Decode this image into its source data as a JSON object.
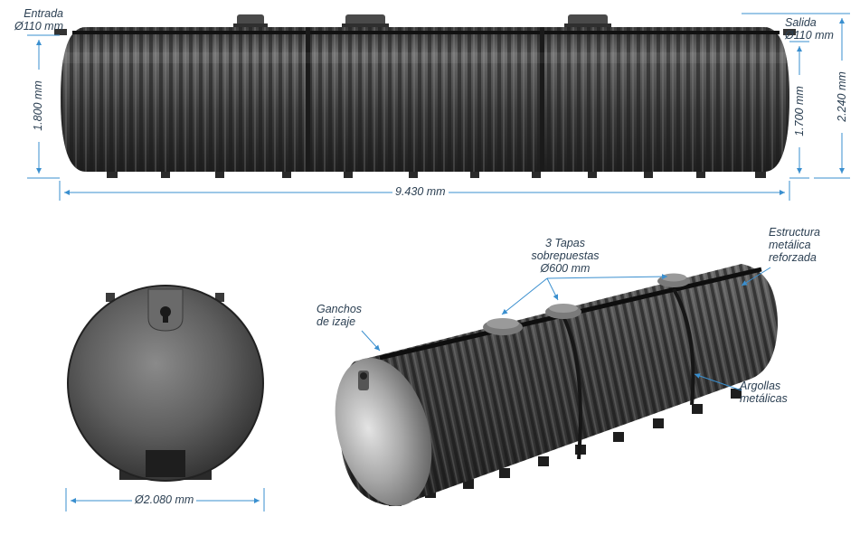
{
  "labels": {
    "entrada": "Entrada",
    "entrada_d": "Ø110 mm",
    "salida": "Salida",
    "salida_d": "Ø110 mm",
    "height_left": "1.800 mm",
    "height_right_inner": "1.700 mm",
    "height_right_outer": "2.240 mm",
    "length": "9.430 mm",
    "diameter": "Ø2.080 mm",
    "tapas_1": "3 Tapas",
    "tapas_2": "sobrepuestas",
    "tapas_3": "Ø600 mm",
    "estructura_1": "Estructura",
    "estructura_2": "metálica",
    "estructura_3": "reforzada",
    "ganchos_1": "Ganchos",
    "ganchos_2": "de izaje",
    "argollas_1": "Argollas",
    "argollas_2": "metálicas"
  },
  "colors": {
    "tank_dark": "#2e2e2e",
    "tank_mid": "#5a5a5a",
    "tank_light": "#8a8a8a",
    "dimension_line": "#3a8fcf",
    "text": "#2b3f52"
  }
}
